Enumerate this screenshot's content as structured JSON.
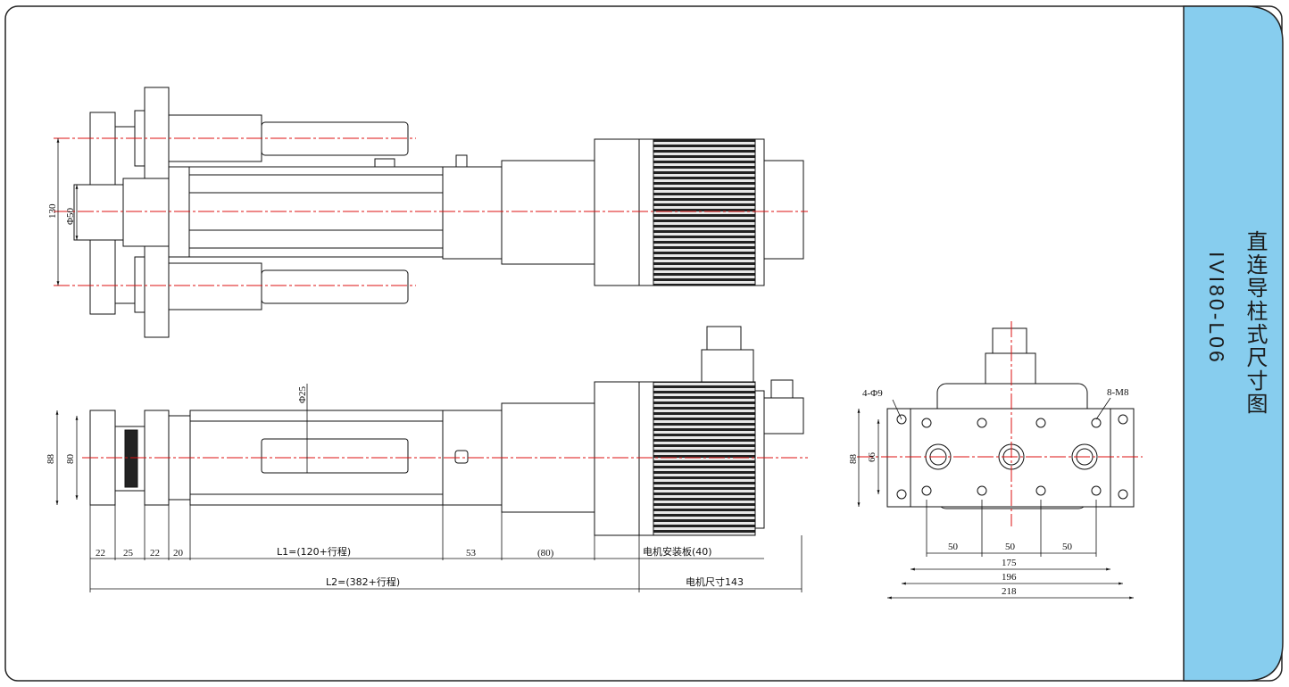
{
  "title_cn": "直连导柱式尺寸图",
  "title_model": "IVI80-L06",
  "tab_color": "#87cdee",
  "dims": {
    "d130": "130",
    "d50": "Φ50",
    "d25": "Φ25",
    "d88_left": "88",
    "d80": "80",
    "seg1": "22",
    "seg2": "25",
    "seg3": "22",
    "seg4": "20",
    "l1": "L1=(120+行程)",
    "seg53": "53",
    "seg80": "(80)",
    "motor_plate": "电机安装板(40)",
    "l2": "L2=(382+行程)",
    "motor_size": "电机尺寸143",
    "holes_4": "4-Φ9",
    "holes_8": "8-M8",
    "d88_right": "88",
    "d66": "66",
    "p50a": "50",
    "p50b": "50",
    "p50c": "50",
    "w175": "175",
    "w196": "196",
    "w218": "218"
  }
}
